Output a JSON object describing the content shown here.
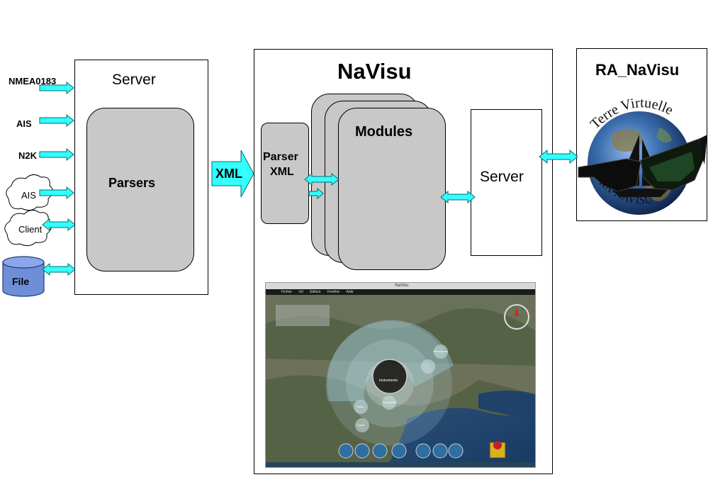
{
  "inputs": {
    "nmea": "NMEA0183",
    "ais": "AIS",
    "n2k": "N2K",
    "ais_cloud": "AIS",
    "client_cloud": "Client",
    "file": "File"
  },
  "server_left": {
    "title": "Server",
    "parsers": "Parsers"
  },
  "xml_arrow": "XML",
  "navisu": {
    "title": "NaVisu",
    "parser_xml": [
      "Parser",
      "XML"
    ],
    "modules": "Modules",
    "server": "Server"
  },
  "ra_navisu": {
    "title": "RA_NaVisu",
    "logo_text_top": "Terre Virtuelle",
    "logo_text_bottom": "RA-NAVISU"
  },
  "screenshot": {
    "window_title": "NaVisu",
    "menu": [
      "Fichier",
      "Url",
      "Edition",
      "Fenêtre",
      "Aide"
    ],
    "center_label": "Instruments",
    "radial_labels": [
      "Instruments",
      "Radio",
      "Sonar",
      "Navigation"
    ]
  },
  "colors": {
    "arrow": "#33ffff",
    "arrow_stroke": "#0a6a6a",
    "module_fill": "#c8c8c8"
  }
}
